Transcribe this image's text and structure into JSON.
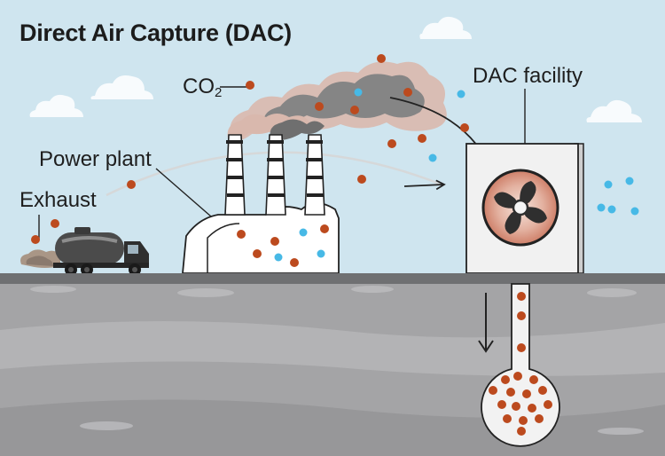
{
  "title": "Direct Air Capture (DAC)",
  "labels": {
    "co2_main": "CO",
    "co2_sub": "2",
    "dac_facility": "DAC facility",
    "power_plant": "Power plant",
    "exhaust": "Exhaust"
  },
  "colors": {
    "sky": "#cfe5ef",
    "ground": "#a4a4a6",
    "surface_strip": "#6f7072",
    "co2_dot": "#bc4a1e",
    "blue_dot": "#47b9e6",
    "smoke_dark": "#7a7a7a",
    "smoke_pink": "#d9b8ad",
    "facility": "#f1f1f1",
    "fan_glow": "#e8a087",
    "truck": "#3a3a3a"
  },
  "icons": [
    "fan-icon",
    "down-arrow-icon",
    "truck-icon",
    "cloud-icon"
  ]
}
